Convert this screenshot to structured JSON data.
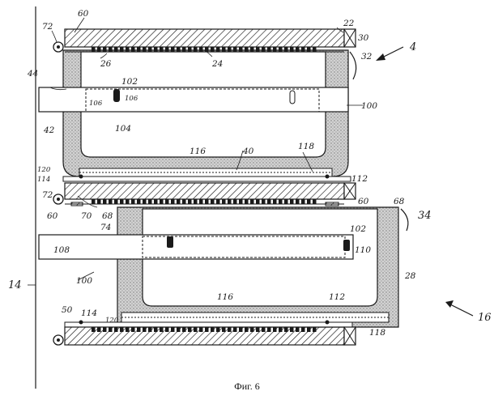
{
  "figure": {
    "caption": "Фиг. 6",
    "colors": {
      "ink": "#1a1a1a",
      "stipple": "#bdbdbd",
      "paper": "#ffffff"
    }
  },
  "labels": {
    "l72a": "72",
    "l60a": "60",
    "l22": "22",
    "l30": "30",
    "l32": "32",
    "l4": "4",
    "l26": "26",
    "l24": "24",
    "l44": "44",
    "l102a": "102",
    "l106a": "106",
    "l106b": "106",
    "l104": "104",
    "l100a": "100",
    "l42": "42",
    "l116a": "116",
    "l40": "40",
    "l118a": "118",
    "l120a": "120",
    "l114a": "114",
    "l112a": "112",
    "l72b": "72",
    "l60b": "60",
    "l68a": "68",
    "l34": "34",
    "l60c": "60",
    "l70": "70",
    "l68b": "68",
    "l74": "74",
    "l108": "108",
    "l102b": "102",
    "l110": "110",
    "l28": "28",
    "l100b": "100",
    "l14": "14",
    "l116b": "116",
    "l112b": "112",
    "l16": "16",
    "l50": "50",
    "l114b": "114",
    "l120b": "120",
    "l118b": "118"
  }
}
